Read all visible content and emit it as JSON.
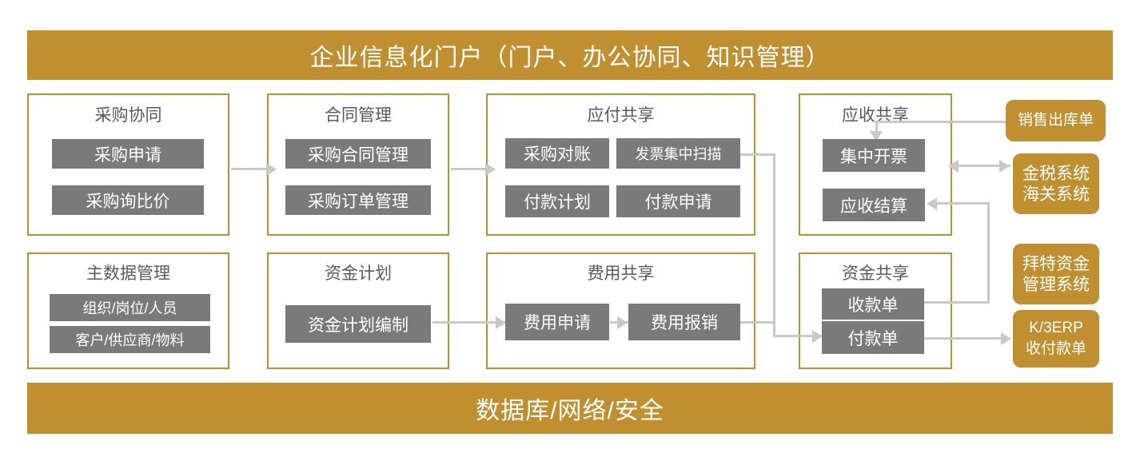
{
  "top_banner": {
    "label": "企业信息化门户（门户、办公协同、知识管理）"
  },
  "bottom_banner": {
    "label": "数据库/网络/安全"
  },
  "groups": [
    {
      "id": "purchase-collab",
      "title": "采购协同",
      "modules": [
        {
          "label": "采购申请"
        },
        {
          "label": "采购询比价"
        }
      ]
    },
    {
      "id": "contract-mgmt",
      "title": "合同管理",
      "modules": [
        {
          "label": "采购合同管理"
        },
        {
          "label": "采购订单管理"
        }
      ]
    },
    {
      "id": "payable-share",
      "title": "应付共享",
      "modules": [
        {
          "label": "采购对账"
        },
        {
          "label": "发票集中扫描"
        },
        {
          "label": "付款计划"
        },
        {
          "label": "付款申请"
        }
      ]
    },
    {
      "id": "receivable-share",
      "title": "应收共享",
      "modules": [
        {
          "label": "集中开票"
        },
        {
          "label": "应收结算"
        }
      ]
    },
    {
      "id": "master-data",
      "title": "主数据管理",
      "modules": [
        {
          "label": "组织/岗位/人员"
        },
        {
          "label": "客户/供应商/物料"
        }
      ]
    },
    {
      "id": "fund-plan",
      "title": "资金计划",
      "modules": [
        {
          "label": "资金计划编制"
        }
      ]
    },
    {
      "id": "expense-share",
      "title": "费用共享",
      "modules": [
        {
          "label": "费用申请"
        },
        {
          "label": "费用报销"
        }
      ]
    },
    {
      "id": "treasury-share",
      "title": "资金共享",
      "modules": [
        {
          "label": "收款单"
        },
        {
          "label": "付款单"
        }
      ]
    }
  ],
  "external_systems": [
    {
      "id": "sales-delivery",
      "lines": [
        "销售出库单"
      ]
    },
    {
      "id": "tax-customs",
      "lines": [
        "金税系统",
        "海关系统"
      ]
    },
    {
      "id": "bytter-treasury",
      "lines": [
        "拜特资金",
        "管理系统"
      ]
    },
    {
      "id": "k3erp",
      "lines": [
        "K/3ERP",
        "收付款单"
      ]
    }
  ],
  "colors": {
    "gold": "#BF8F30",
    "grey_chip": "#7A7A7A",
    "connector": "#C9C9C9",
    "title_text": "#5A5A5A"
  }
}
